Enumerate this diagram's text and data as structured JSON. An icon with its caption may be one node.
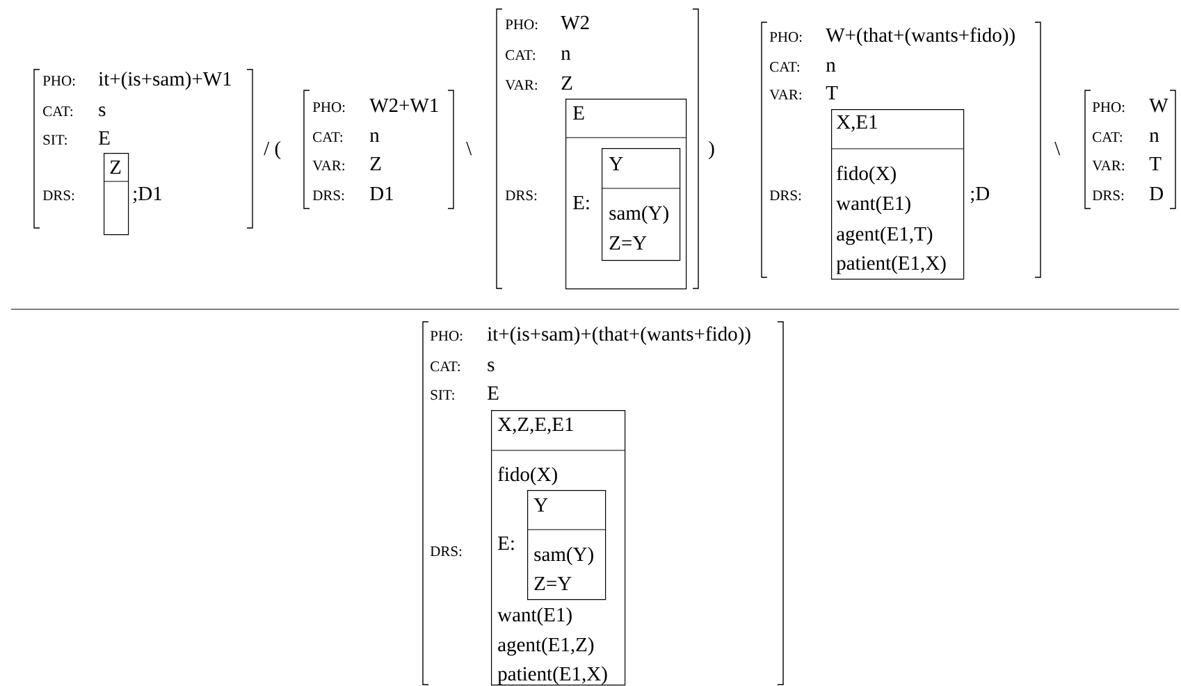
{
  "diagram": {
    "nodes": [
      {
        "text": [
          "Z"
        ]
      },
      {
        "text": [
          "E",
          "E:"
        ]
      },
      {
        "text": [
          "Y",
          "sam(Y)",
          "Z=Y"
        ],
        "in": 1
      },
      {
        "text": [
          "X,E1",
          "fido(X)",
          "want(E1)",
          "agent(E1,T)",
          "patient(E1,X)"
        ]
      },
      {
        "text": [
          "X,Z,E,E1",
          "fido(X)",
          "E:",
          "want(E1)",
          "agent(E1,Z)",
          "patient(E1,X)"
        ]
      },
      {
        "text": [
          "Y",
          "sam(Y)",
          "Z=Y"
        ],
        "in": 4
      }
    ],
    "labels": [
      "PHO:",
      "it+(is+sam)+W1",
      "CAT:",
      "s",
      "SIT:",
      "E",
      "DRS:",
      ";D1",
      "/ (",
      "PHO:",
      "W2+W1",
      "CAT:",
      "n",
      "VAR:",
      "Z",
      "DRS:",
      "D1",
      "\\",
      "PHO:",
      "W2",
      "CAT:",
      "n",
      "VAR:",
      "Z",
      "DRS:",
      ")",
      "PHO:",
      "W+(that+(wants+fido))",
      "CAT:",
      "n",
      "VAR:",
      "T",
      "DRS:",
      ";D",
      "\\",
      "PHO:",
      "W",
      "CAT:",
      "n",
      "VAR:",
      "T",
      "DRS:",
      "D",
      "PHO:",
      "it+(is+sam)+(that+(wants+fido))",
      "CAT:",
      "s",
      "SIT:",
      "E",
      "DRS:"
    ]
  }
}
